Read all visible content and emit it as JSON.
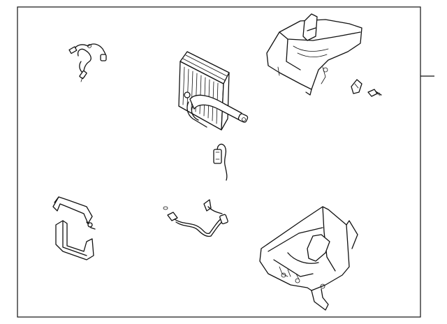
{
  "diagram": {
    "kind": "exploded parts diagram (line art)",
    "parts": [
      {
        "id": "wire-harness",
        "icon": "wire-harness-icon"
      },
      {
        "id": "evaporator-core",
        "icon": "evaporator-core-icon"
      },
      {
        "id": "upper-case",
        "icon": "upper-case-icon"
      },
      {
        "id": "clip-and-screw",
        "icon": "clip-screw-icon"
      },
      {
        "id": "thermo-sensor",
        "icon": "sensor-icon"
      },
      {
        "id": "mounting-bracket",
        "icon": "bracket-icon"
      },
      {
        "id": "expansion-tube",
        "icon": "tube-icon"
      },
      {
        "id": "lower-case",
        "icon": "lower-case-icon"
      }
    ]
  },
  "colors": {
    "line": "#111111",
    "background": "#ffffff"
  }
}
